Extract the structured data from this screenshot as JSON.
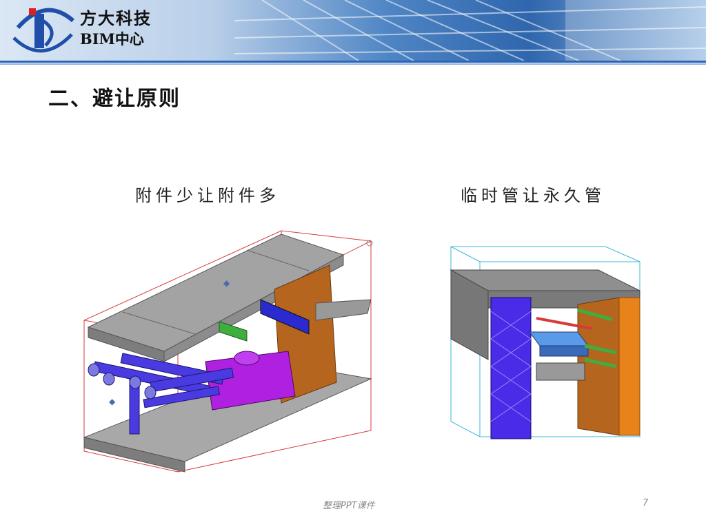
{
  "header": {
    "brand_line1": "方大科技",
    "brand_line2": "BIM中心"
  },
  "slide": {
    "title": "二、避让原则",
    "left_caption": "附件少让附件多",
    "right_caption": "临时管让永久管"
  },
  "footer": {
    "text": "整理PPT课件",
    "page_number": "7"
  },
  "colors": {
    "header_rule": "#2a64b8",
    "pipe_blue": "#4a3be0",
    "pump_magenta": "#b020e0",
    "wall_orange": "#e8821a",
    "wall_brown": "#b5651d",
    "duct_navy": "#2a2ad0",
    "tray_green": "#3fae3f",
    "slab_gray": "#9a9a9a"
  },
  "icons": {
    "logo": "company-logo",
    "move_arrows": "move-arrows-icon"
  }
}
